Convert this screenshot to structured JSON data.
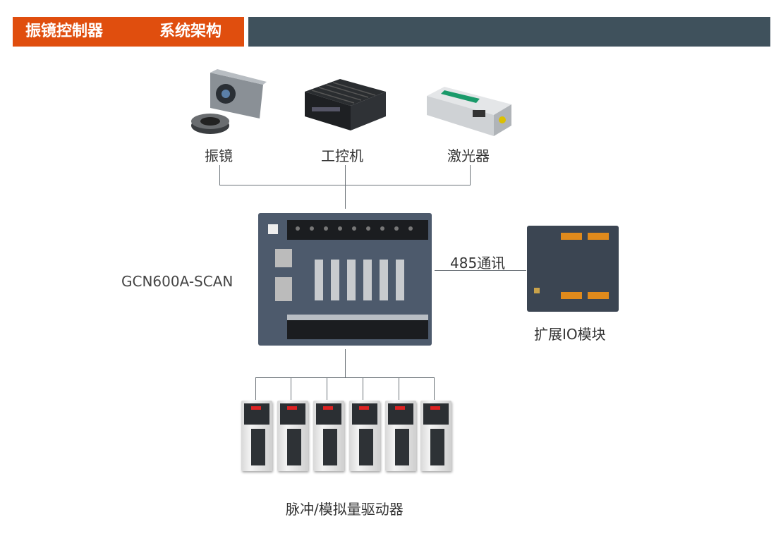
{
  "header": {
    "title": "振镜控制器",
    "subtitle": "系统架构"
  },
  "top_devices": [
    {
      "label": "振镜",
      "icon": "galvo-scanner"
    },
    {
      "label": "工控机",
      "icon": "industrial-pc"
    },
    {
      "label": "激光器",
      "icon": "laser"
    }
  ],
  "controller": {
    "label": "GCN600A-SCAN"
  },
  "link": {
    "label": "485通讯"
  },
  "io_module": {
    "label": "扩展IO模块"
  },
  "drives": {
    "label": "脉冲/模拟量驱动器",
    "count": 6
  },
  "colors": {
    "accent": "#e04e0e",
    "header_dark": "#3f515c",
    "line": "#6b7278"
  }
}
